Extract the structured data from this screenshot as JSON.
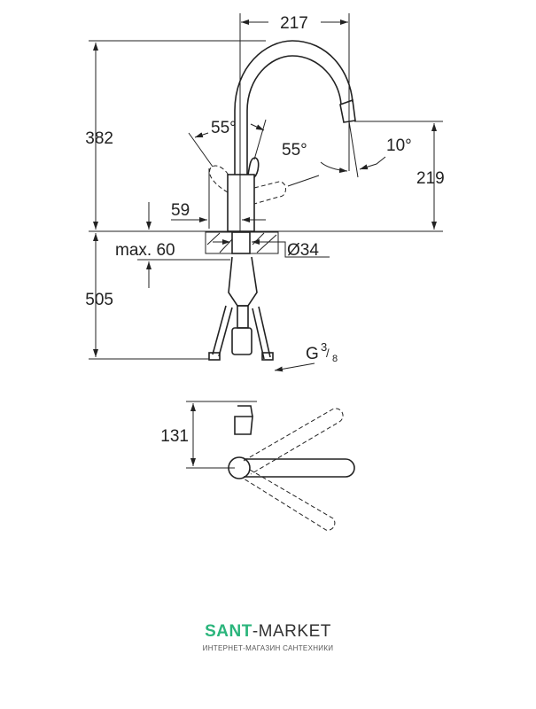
{
  "dimensions": {
    "width_spout": "217",
    "height_total": "382",
    "height_outlet": "219",
    "angle_lever_left": "55°",
    "angle_lever_right": "55°",
    "angle_spout": "10°",
    "lever_offset": "59",
    "max_thickness": "max. 60",
    "hole_diameter": "Ø34",
    "hose_length": "505",
    "thread_g": "G",
    "thread_num": "3",
    "thread_den": "8",
    "top_view_depth": "131"
  },
  "logo": {
    "brand_part1": "SANT",
    "brand_part2": "-MARKET",
    "tagline": "ИНТЕРНЕТ-МАГАЗИН САНТЕХНИКИ"
  },
  "colors": {
    "brand_green": "#2bb57c",
    "line": "#222222"
  }
}
